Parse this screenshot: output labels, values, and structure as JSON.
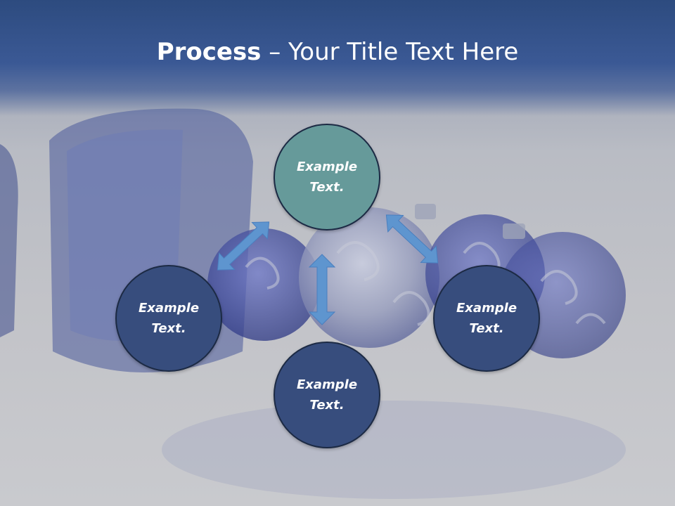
{
  "title": {
    "bold": "Process",
    "rest": " – Your Title Text Here"
  },
  "nodes": {
    "top": "Example\nText.",
    "left": "Example\nText.",
    "right": "Example\nText.",
    "bottom": "Example\nText."
  },
  "colors": {
    "header": "#3b5995",
    "teal_node": "#669a9a",
    "navy_node": "#374d7d",
    "arrow": "#5e95cf"
  }
}
